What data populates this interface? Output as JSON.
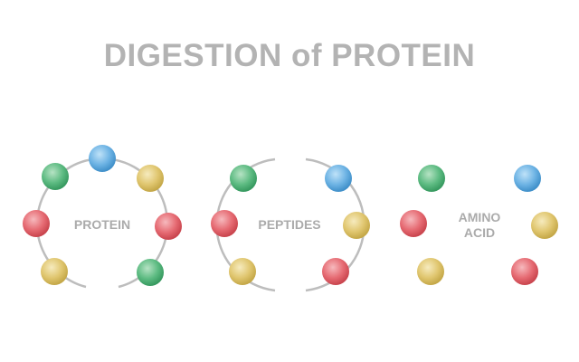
{
  "title": "DIGESTION of PROTEIN",
  "colors": {
    "blue": "#5aa7dd",
    "green": "#55b57a",
    "yellow": "#dcc169",
    "red": "#e3636c",
    "ring": "#bdbdbd",
    "text": "#b3b3b3"
  },
  "stages": [
    {
      "label": "PROTEIN",
      "beads": [
        "blue",
        "yellow",
        "red",
        "green",
        "yellow",
        "red",
        "green"
      ]
    },
    {
      "label": "PEPTIDES",
      "beads": [
        "blue",
        "yellow",
        "red",
        "red",
        "yellow",
        "green"
      ]
    },
    {
      "label_line1": "AMINO",
      "label_line2": "ACID",
      "beads": [
        "green",
        "blue",
        "red",
        "yellow",
        "yellow",
        "red"
      ]
    }
  ]
}
